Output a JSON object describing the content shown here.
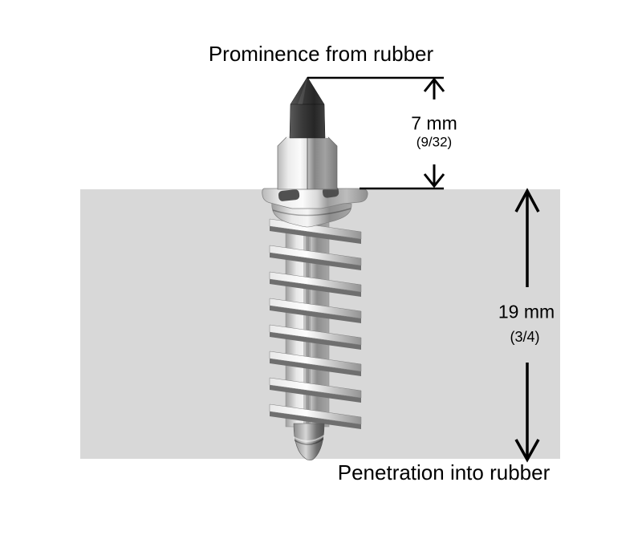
{
  "diagram": {
    "top_label": "Prominence from rubber",
    "bottom_label": "Penetration into rubber",
    "prominence_dimension": {
      "value": "7 mm",
      "fraction": "(9/32)"
    },
    "penetration_dimension": {
      "value": "19 mm",
      "fraction": "(3/4)"
    },
    "icons": {
      "prominence_top_arrow": "up-arrow-icon",
      "prominence_bottom_arrow": "down-arrow-icon",
      "penetration_top_arrow": "up-arrow-icon",
      "penetration_bottom_arrow": "down-arrow-icon"
    },
    "colors": {
      "background": "#ffffff",
      "rubber_block": "#d8d8d8",
      "dimension_lines": "#000000",
      "text": "#000000",
      "carbide_pin": "#333333",
      "stud_metal_light": "#f5f5f5",
      "stud_metal_dark": "#8f8f8f"
    }
  }
}
